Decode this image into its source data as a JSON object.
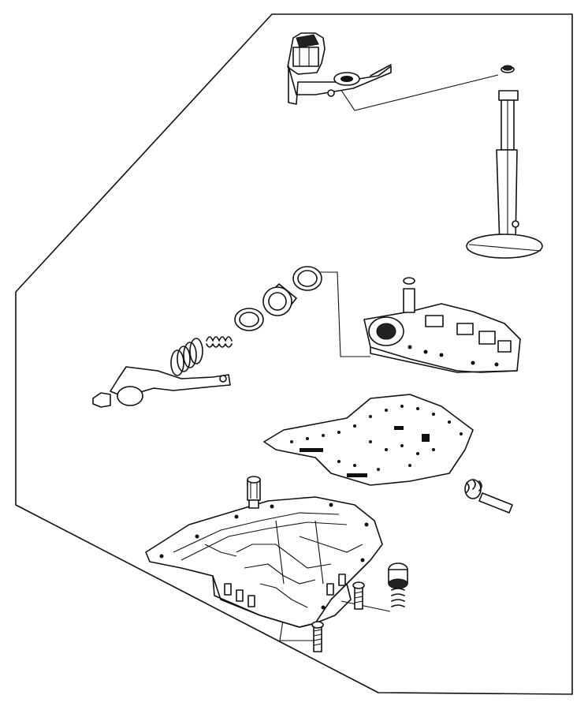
{
  "diagram": {
    "colors": {
      "ink": "#111111",
      "paper": "#ffffff"
    },
    "parts": [
      {
        "id": "solenoid-bracket"
      },
      {
        "id": "manual-valve-shaft"
      },
      {
        "id": "spring-large"
      },
      {
        "id": "spring-small"
      },
      {
        "id": "accumulator-ring-1"
      },
      {
        "id": "accumulator-piston"
      },
      {
        "id": "accumulator-ring-2"
      },
      {
        "id": "detent-lever"
      },
      {
        "id": "upper-valve-body"
      },
      {
        "id": "separator-plate"
      },
      {
        "id": "lower-valve-body"
      },
      {
        "id": "plug"
      },
      {
        "id": "check-valve"
      },
      {
        "id": "filter-screen"
      },
      {
        "id": "bolt-1"
      },
      {
        "id": "bolt-2"
      }
    ]
  }
}
